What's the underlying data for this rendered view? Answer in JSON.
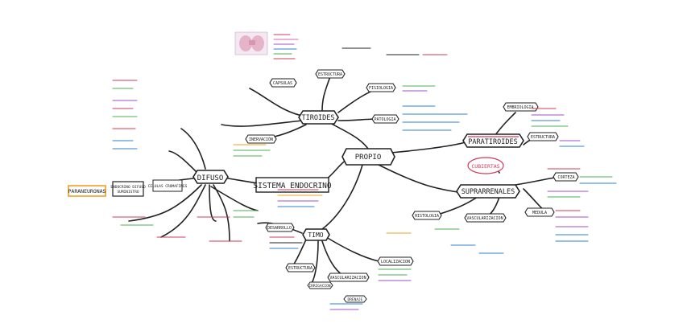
{
  "diagram": {
    "central": "SISTEMA ENDOCRINO",
    "nodes": {
      "difuso": "DIFUSO",
      "propio": "PROPIO",
      "tiroides": "TIROIDES",
      "timo": "TIMO",
      "paratiroides": "PARATIROIDES",
      "suprarrenales": "SUPRARRENALES",
      "paraneuronas": "PARANEURONAS",
      "sistema_endocrino_difuso": "ENDOCRINO DIFUSO",
      "sistema_endocrino_difuso_sub": "SUMINISTRO",
      "cromafines": "CELULAS CROMAFINES",
      "cubiertas": "CUBIERTAS",
      "estructura_tiroides": "ESTRUCTURA",
      "fisiologia": "FISIOLOGIA",
      "patologia": "PATOLOGIA",
      "capsulas": "CAPSULAS",
      "innervacion": "INERVACIÓN",
      "embriologia": "EMBRIOLOGIA",
      "estructura_para": "ESTRUCTURA",
      "histologia": "HISTOLOGIA",
      "vascularizacion": "VASCULARIZACION",
      "medula": "MEDULA",
      "corteza": "CORTEZA",
      "desarrollo": "DESARROLLO",
      "estructura_timo": "ESTRUCTURA",
      "localizacion": "LOCALIZACION",
      "vascularizacion_timo": "VASCULARIZACION",
      "irrigacion": "IRRIGACION",
      "drenaje": "DRENAJE"
    }
  },
  "colors": {
    "ink": "#222222",
    "accent_red": "#d23a5a",
    "accent_blue": "#2f7fd6",
    "accent_green": "#4caf50",
    "accent_orange": "#f0a020",
    "accent_purple": "#9c4fc9",
    "accent_pink": "#e063b0"
  }
}
